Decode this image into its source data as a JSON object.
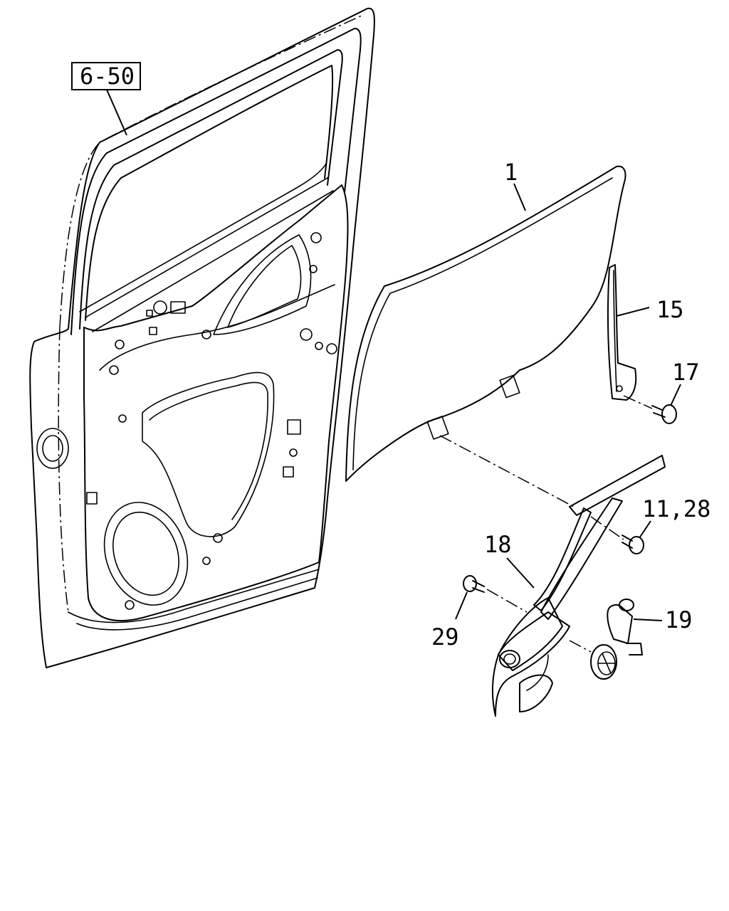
{
  "reference": {
    "label": "6-50"
  },
  "callouts": {
    "glass": "1",
    "run_channel": "15",
    "bolt_top": "17",
    "bolt_mid": "11,28",
    "regulator": "18",
    "motor": "19",
    "bolt_left": "29"
  }
}
